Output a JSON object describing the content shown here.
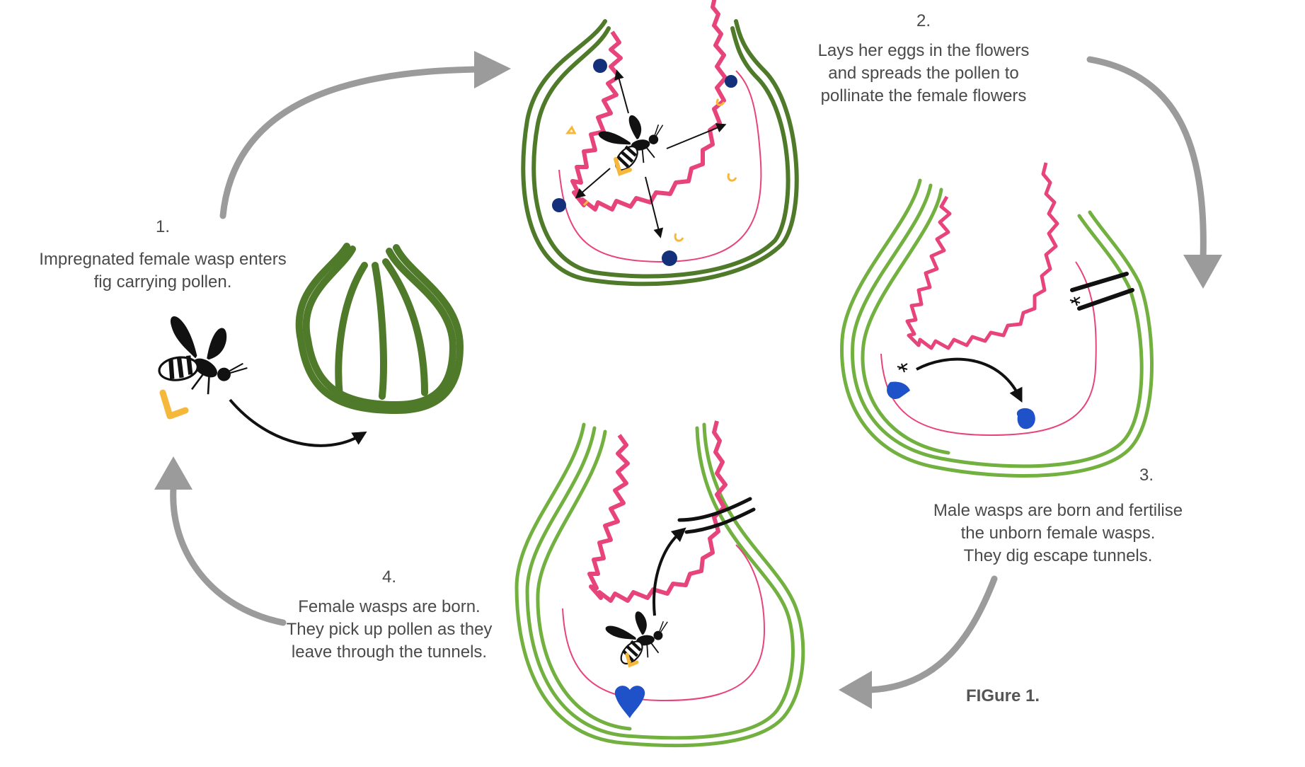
{
  "steps": [
    {
      "number": "1.",
      "lines": [
        "Impregnated female wasp enters",
        "fig carrying pollen."
      ]
    },
    {
      "number": "2.",
      "lines": [
        "Lays her eggs in the flowers",
        "and spreads the pollen to",
        "pollinate the female flowers"
      ]
    },
    {
      "number": "3.",
      "lines": [
        "Male wasps are born and fertilise",
        "the unborn female wasps.",
        "They dig escape tunnels."
      ]
    },
    {
      "number": "4.",
      "lines": [
        "Female wasps are born.",
        "They pick up pollen as they",
        "leave through the tunnels."
      ]
    }
  ],
  "caption": "FIGure 1.",
  "colors": {
    "cycle_arrow": "#9b9b9b",
    "fig_dark_green": "#4f7a2a",
    "fig_light_green": "#72b040",
    "flower_pink": "#e8447c",
    "egg_navy": "#14307a",
    "egg_blue": "#1f52c8",
    "pollen_yellow": "#f6b83a",
    "wasp": "#111111",
    "text": "#4a4a4a"
  },
  "icons": [
    "wasp-icon",
    "fig-icon",
    "egg-icon",
    "pollen-icon",
    "tunnel-icon"
  ]
}
